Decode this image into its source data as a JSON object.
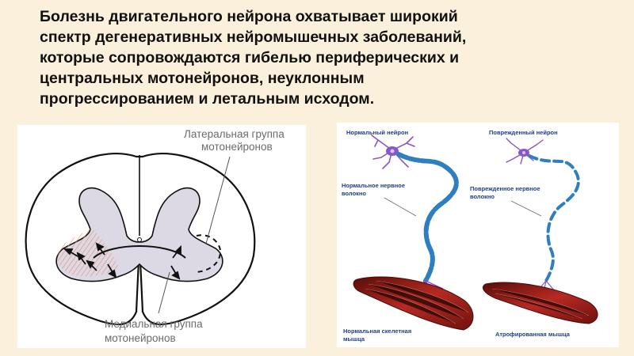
{
  "heading": {
    "lines": [
      "Болезнь двигательного нейрона охватывает широкий",
      "спектр дегенеративных нейромышечных заболеваний,",
      "которые сопровождаются гибелью периферических и",
      "центральных мотонейронов, неуклонным",
      "прогрессированием и летальным исходом."
    ]
  },
  "spinal_figure": {
    "lateral_label": [
      "Латеральная группа",
      "мотонейронов"
    ],
    "medial_label": [
      "Медиальная группа",
      "мотонейронов"
    ]
  },
  "neuron_figure": {
    "normal_title": "Нормальный нейрон",
    "damaged_title": "Поврежденный нейрон",
    "normal_fiber_label": [
      "Нормальное нервное",
      "волокно"
    ],
    "damaged_fiber_label": [
      "Поврежденное нервное",
      "волокно"
    ],
    "normal_muscle_label": [
      "Нормальная скелетная",
      "мышца"
    ],
    "atrophied_muscle_label": "Атрофированная мышца"
  },
  "colors": {
    "background": "#fbf0dc",
    "gray_matter": "#dcd8e4",
    "hatching": "#e88f6a",
    "neuron_body": "#8a55c8",
    "myelin": "#2f7fc0",
    "muscle": "#a8231e",
    "label_blue": "#1d3f8a"
  }
}
